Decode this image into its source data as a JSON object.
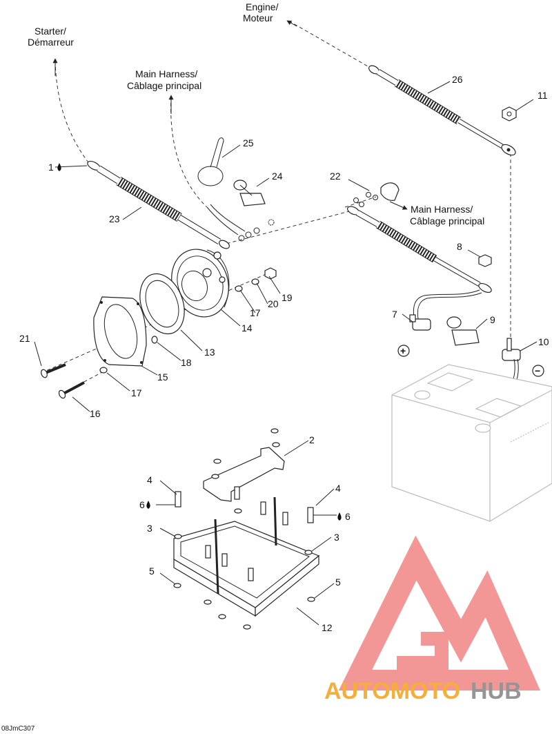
{
  "destinations": [
    {
      "id": "starter",
      "line1": "Starter/",
      "line2": "Démarreur"
    },
    {
      "id": "engine",
      "line1": "Engine/",
      "line2": "Moteur"
    },
    {
      "id": "main-harness-1",
      "line1": "Main Harness/",
      "line2": "Câblage principal"
    },
    {
      "id": "main-harness-2",
      "line1": "Main Harness/",
      "line2": "Câblage principal"
    }
  ],
  "callouts": {
    "c1": "1",
    "c2": "2",
    "c3a": "3",
    "c3b": "3",
    "c4a": "4",
    "c4b": "4",
    "c5a": "5",
    "c5b": "5",
    "c6a": "6",
    "c6b": "6",
    "c7": "7",
    "c8": "8",
    "c9": "9",
    "c10": "10",
    "c11": "11",
    "c12": "12",
    "c13": "13",
    "c14": "14",
    "c15": "15",
    "c16": "16",
    "c17a": "17",
    "c17b": "17",
    "c18": "18",
    "c19": "19",
    "c20": "20",
    "c21": "21",
    "c22": "22",
    "c23": "23",
    "c24": "24",
    "c25": "25",
    "c26": "26"
  },
  "polarity": {
    "positive": "+",
    "negative": "−"
  },
  "watermark": {
    "logo_text_orange": "AUTOMOTO",
    "logo_text_gray": "HUB",
    "colors": {
      "red": "#f28b8b",
      "orange": "#f5a623",
      "gray": "#8a8a8a"
    }
  },
  "figure_code": "08JmC307"
}
